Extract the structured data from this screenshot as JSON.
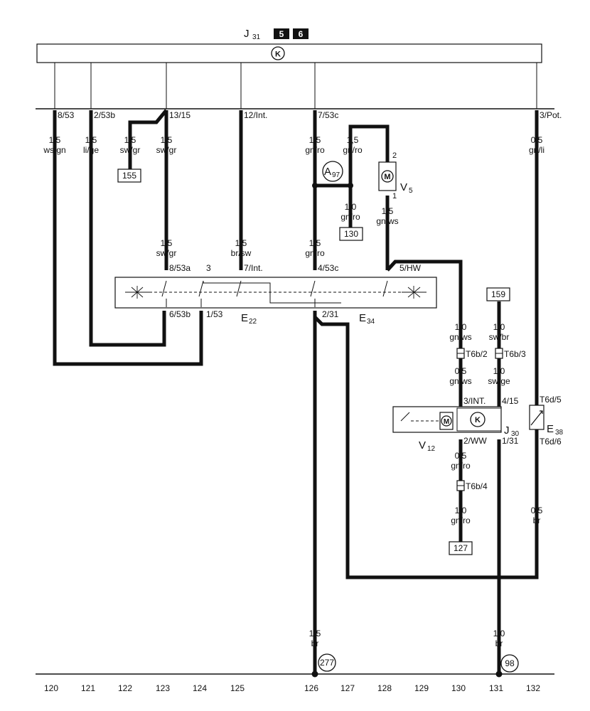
{
  "relay": {
    "name": "J",
    "sub": "31",
    "badges": [
      "5",
      "6"
    ],
    "symbol": "K"
  },
  "pins_top": [
    "8/53",
    "2/53b",
    "13/15",
    "12/Int.",
    "7/53c",
    "3/Pot."
  ],
  "wires": [
    {
      "size": "1,5",
      "color": "ws/gn"
    },
    {
      "size": "1,5",
      "color": "li/ge"
    },
    {
      "size": "1,5",
      "color": "sw/gr"
    },
    {
      "size": "1,5",
      "color": "sw/gr"
    },
    {
      "size": "1,5",
      "color": "gn/ro"
    },
    {
      "size": "1,5",
      "color": "gn/ro"
    },
    {
      "size": "0,5",
      "color": "gn/li"
    },
    {
      "size": "1,5",
      "color": "gn/ws"
    },
    {
      "size": "1,0",
      "color": "gn/ro"
    },
    {
      "size": "1,5",
      "color": "sw/gr"
    },
    {
      "size": "1,5",
      "color": "br/sw"
    },
    {
      "size": "1,5",
      "color": "gn/ro"
    },
    {
      "size": "1,0",
      "color": "gn/ws"
    },
    {
      "size": "1,0",
      "color": "sw/br"
    },
    {
      "size": "0,5",
      "color": "gn/ws"
    },
    {
      "size": "1,0",
      "color": "sw/ge"
    },
    {
      "size": "0,5",
      "color": "gn/ro"
    },
    {
      "size": "1,0",
      "color": "gn/ro"
    },
    {
      "size": "0,5",
      "color": "br"
    },
    {
      "size": "1,5",
      "color": "br"
    },
    {
      "size": "1,0",
      "color": "br"
    }
  ],
  "refs": {
    "r155": "155",
    "r130": "130",
    "r159": "159",
    "r127": "127"
  },
  "a97": {
    "name": "A",
    "sub": "97"
  },
  "v5": {
    "name": "V",
    "sub": "5",
    "pin_top": "2",
    "pin_bottom": "1",
    "symbol": "M"
  },
  "switch_pins": [
    "8/53a",
    "3",
    "7/Int.",
    "4/53c",
    "5/HW",
    "6/53b",
    "1/53",
    "2/31"
  ],
  "e22": {
    "name": "E",
    "sub": "22"
  },
  "e34": {
    "name": "E",
    "sub": "34"
  },
  "connectors": [
    "T6b/2",
    "T6b/3",
    "T6b/4"
  ],
  "j30_pins": [
    "3/INT.",
    "4/15",
    "2/WW",
    "1/31",
    "T6d/5",
    "T6d/6"
  ],
  "j30": {
    "name": "J",
    "sub": "30",
    "symbol": "K",
    "motor": "M"
  },
  "v12": {
    "name": "V",
    "sub": "12"
  },
  "e38": {
    "name": "E",
    "sub": "38"
  },
  "ground": {
    "g277": "277",
    "g98": "98"
  },
  "tracks": [
    "120",
    "121",
    "122",
    "123",
    "124",
    "125",
    "126",
    "127",
    "128",
    "129",
    "130",
    "131",
    "132"
  ]
}
